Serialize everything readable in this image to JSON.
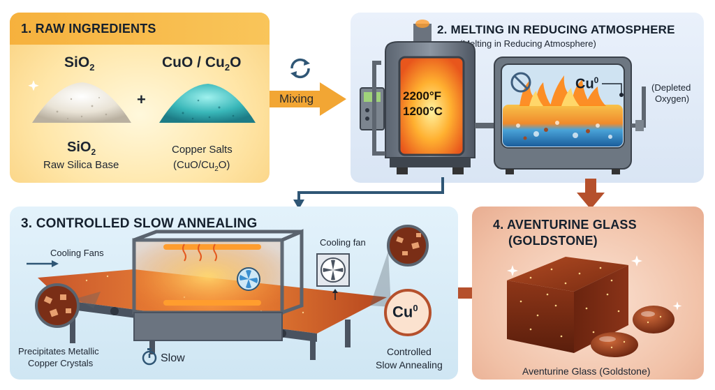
{
  "panels": {
    "raw": {
      "title": "1. RAW INGREDIENTS",
      "silica_formula_base": "SiO",
      "silica_formula_sub": "2",
      "copper_formula_a": "CuO / Cu",
      "copper_formula_a_sub": "2",
      "copper_formula_a_end": "O",
      "plus": "+",
      "silica_label_formula": "SiO",
      "silica_label_sub": "2",
      "silica_label_name": "Raw Silica Base",
      "copper_label_name": "Copper Salts",
      "copper_label_formula": "(CuO/Cu",
      "copper_label_sub": "2",
      "copper_label_end": "O)"
    },
    "mixing": {
      "label": "Mixing"
    },
    "melting": {
      "title": "2. MELTING IN REDUCING ATMOSPHERE",
      "subtitle": "(Melting in Reducing Atmosphere)",
      "temp_f": "2200°F",
      "temp_c": "1200°C",
      "cu_base": "Cu",
      "cu_sup": "0",
      "depleted_line1": "(Depleted",
      "depleted_line2": "Oxygen)"
    },
    "annealing": {
      "title": "3. CONTROLLED SLOW ANNEALING",
      "cooling_fans": "Cooling Fans",
      "cooling_fan": "Cooling fan",
      "precip_line1": "Precipitates Metallic",
      "precip_line2": "Copper Crystals",
      "slow": "Slow",
      "cu_base": "Cu",
      "cu_sup": "0",
      "controlled_line1": "Controlled",
      "controlled_line2": "Slow Annealing"
    },
    "goldstone": {
      "title_line1": "4. AVENTURINE GLASS",
      "title_line2": "(GOLDSTONE)",
      "caption": "Aventurine Glass (Goldstone)"
    }
  },
  "colors": {
    "orange_arrow": "#f2a634",
    "brown_arrow": "#b5502c",
    "navy_arrow": "#2f5675",
    "glass": "#8a3419",
    "flame": "#ff8a1c"
  }
}
